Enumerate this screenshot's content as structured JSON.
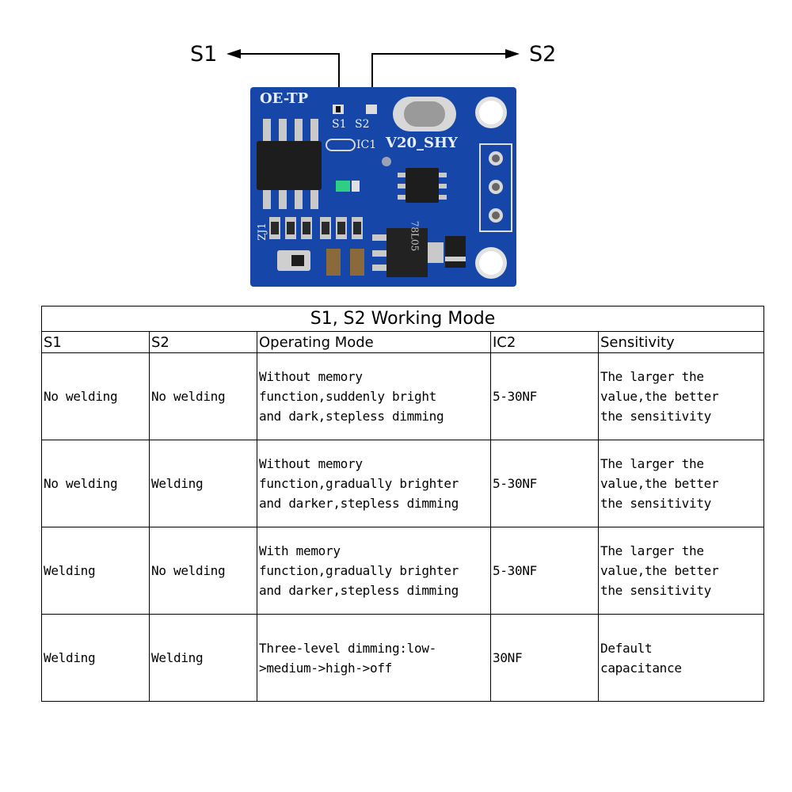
{
  "figure": {
    "callout_s1": "S1",
    "callout_s2": "S2",
    "board": {
      "label_brand": "OE-TP",
      "label_s1": "S1",
      "label_s2": "S2",
      "label_ic1": "IC1",
      "label_version": "V20_SHY",
      "label_zj": "ZJ1",
      "label_regulator": "78L05",
      "board_color": "#1646a8"
    }
  },
  "table": {
    "title": "S1, S2 Working Mode",
    "headers": [
      "S1",
      "S2",
      "Operating Mode",
      "IC2",
      "Sensitivity"
    ],
    "rows": [
      {
        "s1": "No welding",
        "s2": "No welding",
        "mode": [
          "Without memory",
          "function,suddenly bright",
          "and dark,stepless dimming"
        ],
        "ic2": "5-30NF",
        "sensitivity": [
          "The larger the",
          "value,the better",
          "the sensitivity"
        ]
      },
      {
        "s1": "No welding",
        "s2": "Welding",
        "mode": [
          "Without memory",
          "function,gradually brighter",
          "and darker,stepless dimming"
        ],
        "ic2": "5-30NF",
        "sensitivity": [
          "The larger the",
          "value,the better",
          "the sensitivity"
        ]
      },
      {
        "s1": "Welding",
        "s2": "No welding",
        "mode": [
          "With memory",
          "function,gradually brighter",
          "and darker,stepless dimming"
        ],
        "ic2": "5-30NF",
        "sensitivity": [
          "The larger the",
          "value,the better",
          "the sensitivity"
        ]
      },
      {
        "s1": "Welding",
        "s2": "Welding",
        "mode": [
          "Three-level dimming:low-",
          ">medium->high->off"
        ],
        "ic2": "30NF",
        "sensitivity": [
          "Default",
          "capacitance"
        ]
      }
    ]
  }
}
